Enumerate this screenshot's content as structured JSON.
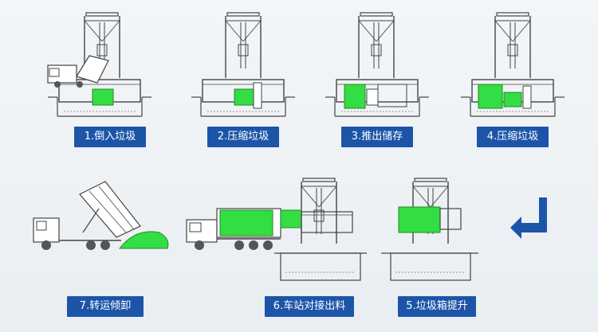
{
  "steps": [
    {
      "label": "1.倒入垃圾"
    },
    {
      "label": "2.压缩垃圾"
    },
    {
      "label": "3.推出储存"
    },
    {
      "label": "4.压缩垃圾"
    },
    {
      "label": "5.垃圾箱提升"
    },
    {
      "label": "6.车站对接出料"
    },
    {
      "label": "7.转运倾卸"
    }
  ],
  "colors": {
    "accent": "#1c55a8",
    "green": "#33dd44",
    "line": "#4a4a4a",
    "background": "#eef2f5"
  },
  "icons": [
    "arrow-left-icon"
  ]
}
